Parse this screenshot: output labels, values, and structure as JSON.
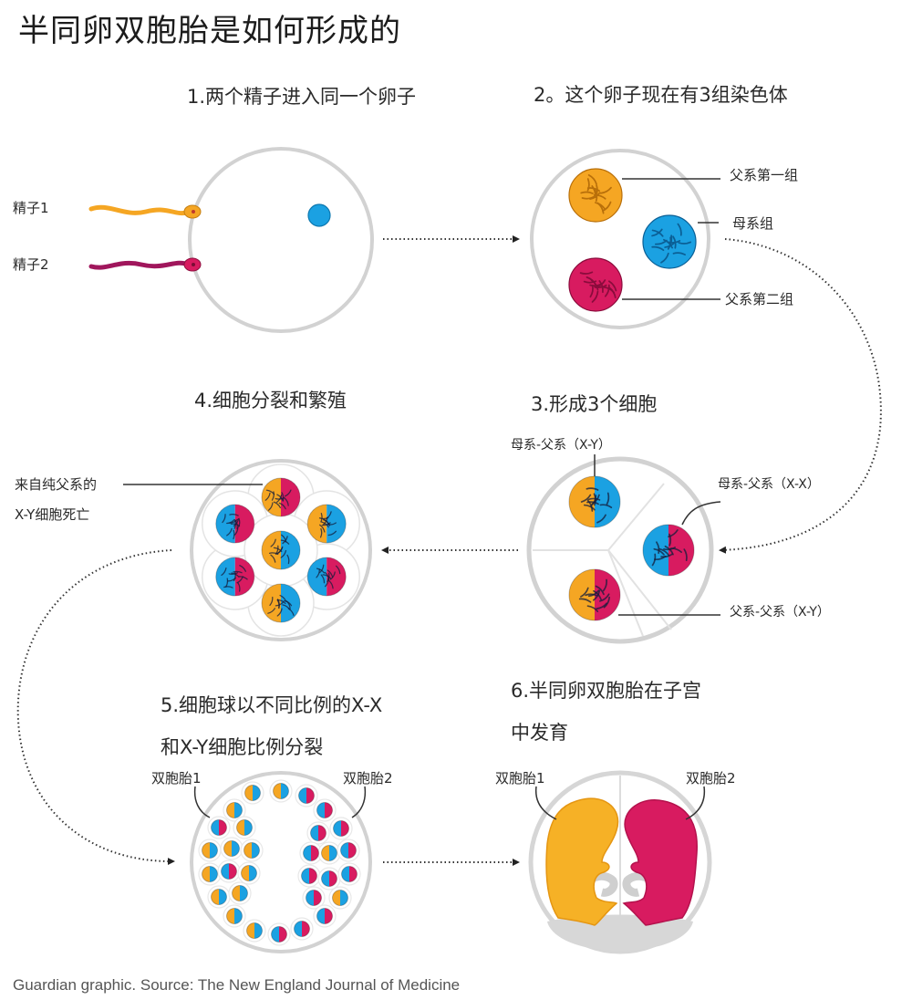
{
  "title": "半同卵双胞胎是如何形成的",
  "colors": {
    "paternal1": "#F5A623",
    "maternal": "#1BA1E2",
    "paternal2": "#D81B60",
    "outline": "#cfcfcf",
    "leader": "#333333"
  },
  "steps": {
    "s1": {
      "heading": "1.两个精子进入同一个卵子",
      "sperm1": "精子1",
      "sperm2": "精子2",
      "egg": "卵子"
    },
    "s2": {
      "heading": "2。这个卵子现在有3组染色体",
      "paternal1": "父系第一组",
      "maternal": "母系组",
      "paternal2": "父系第二组"
    },
    "s3": {
      "heading": "3.形成3个细胞",
      "cell_mp_xy": "母系-父系（X-Y）",
      "cell_mp_xx": "母系-父系（X-X）",
      "cell_pp_xy": "父系-父系（X-Y）"
    },
    "s4": {
      "heading": "4.细胞分裂和繁殖",
      "death_line1": "来自纯父系的",
      "death_line2": "X-Y细胞死亡"
    },
    "s5": {
      "heading_line1": "5.细胞球以不同比例的X-X",
      "heading_line2": "和X-Y细胞比例分裂",
      "twin1": "双胞胎1",
      "twin2": "双胞胎2"
    },
    "s6": {
      "heading_line1": "6.半同卵双胞胎在子宫",
      "heading_line2": "中发育",
      "twin1": "双胞胎1",
      "twin2": "双胞胎2"
    }
  },
  "footer": "Guardian graphic. Source: The New England Journal of Medicine"
}
